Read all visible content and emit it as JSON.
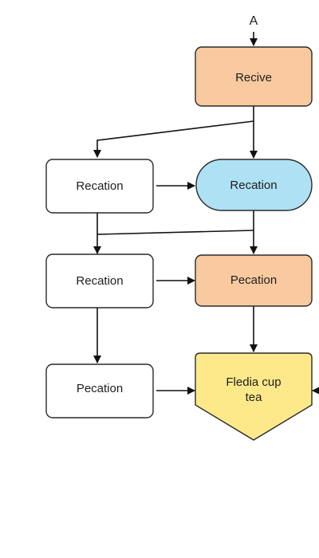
{
  "entry": {
    "label": "A"
  },
  "colors": {
    "orange_fill": "#f9c99f",
    "blue_fill": "#aee1f4",
    "yellow_fill": "#fde98a",
    "white_fill": "#ffffff",
    "stroke": "#2a2a2a",
    "edge": "#111111"
  },
  "nodes": {
    "receive": {
      "label": "Recive"
    },
    "left_1": {
      "label": "Recation"
    },
    "right_1": {
      "label": "Recation"
    },
    "left_2": {
      "label": "Recation"
    },
    "right_2": {
      "label": "Pecation"
    },
    "left_3": {
      "label": "Pecation"
    },
    "final": {
      "label_line1": "Fledia cup",
      "label_line2": "tea"
    }
  }
}
